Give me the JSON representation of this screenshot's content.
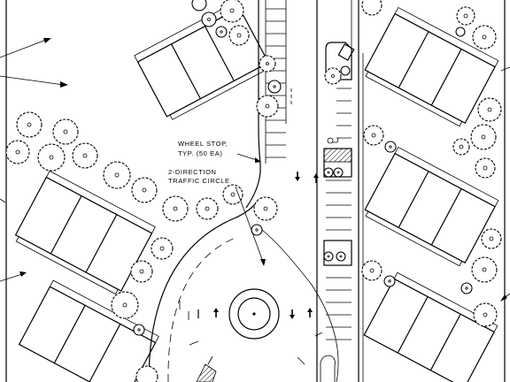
{
  "annotations": {
    "wheel_stop_line1": "WHEEL STOP,",
    "wheel_stop_line2": "TYP. (50 EA)",
    "traffic_circle_line1": "2-DIRECTION",
    "traffic_circle_line2": "TRAFFIC CIRCLE"
  },
  "symbols": {
    "building": "building-footprint",
    "tree": "tree-symbol",
    "wheel_stop": "wheel-stop-bar",
    "arrow": "traffic-direction-arrow",
    "hatch": "hatched-area",
    "handicap": "accessible-parking-symbol"
  },
  "colors": {
    "ink": "#000000",
    "paper": "#ffffff"
  }
}
